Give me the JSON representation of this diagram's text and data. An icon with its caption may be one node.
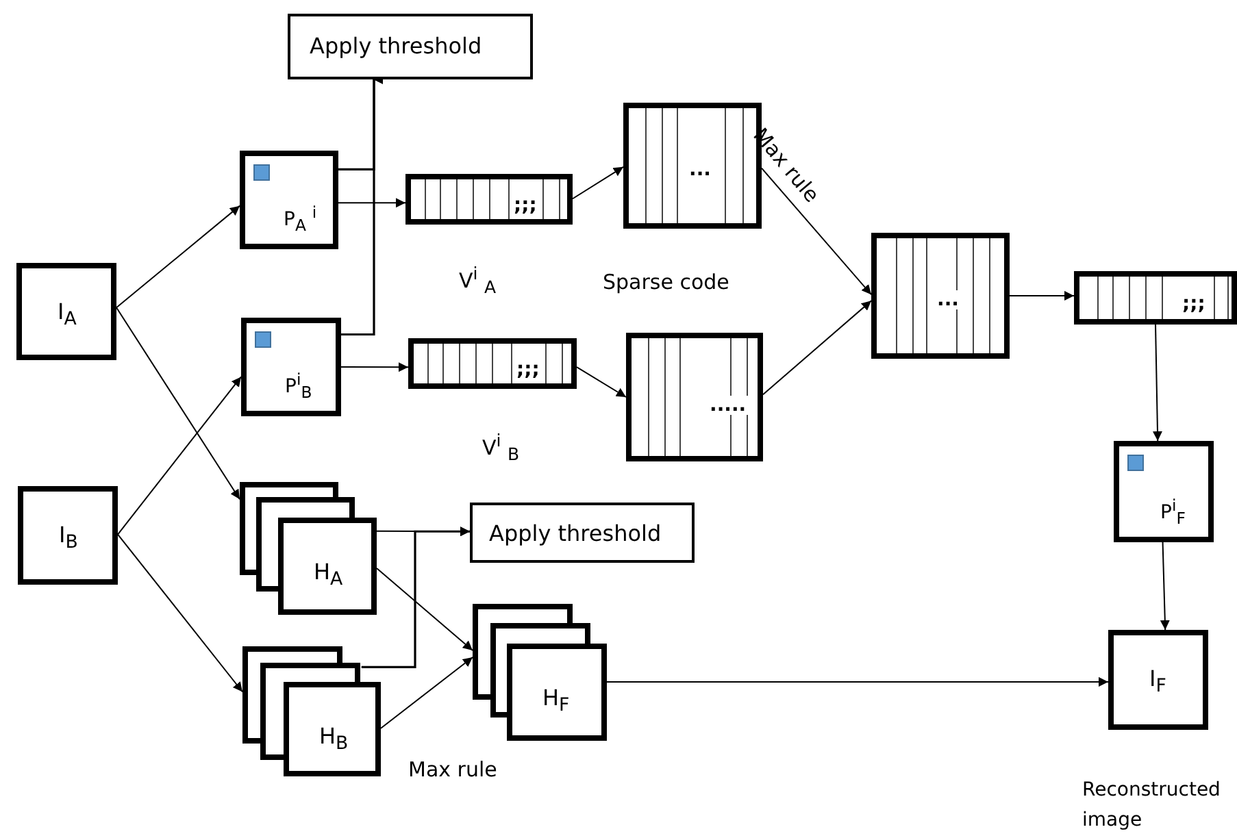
{
  "diagram": {
    "nodes": [
      {
        "text": [
          "I$_{A}$"
        ]
      },
      {
        "text": [
          "I$_{B}$"
        ]
      },
      {
        "text": [
          "Apply threshold"
        ]
      },
      {
        "text": [
          "P$_{A}$ $^{i}$"
        ]
      },
      {
        "text": [
          "P$^{i}$$_{B}$"
        ]
      },
      {
        "text": [
          ";;;"
        ],
        "beside": [
          "V$^{i}$ $_{A}$"
        ]
      },
      {
        "text": [
          ";;;"
        ],
        "beside": [
          "V$^{i}$ $_{B}$"
        ]
      },
      {
        "text": [
          "..."
        ]
      },
      {
        "text": [
          "....."
        ]
      },
      {
        "text": [
          "..."
        ]
      },
      {
        "text": [
          ";;;"
        ]
      },
      {
        "text": [
          "P$^{i}$$_{F}$"
        ]
      },
      {
        "text": [
          "I$_{F}$"
        ],
        "beside": [
          "Reconstructed image"
        ]
      },
      {
        "text": [
          "H$_{A}$"
        ]
      },
      {
        "text": [
          "H$_{B}$"
        ]
      },
      {
        "text": [
          "Apply threshold"
        ]
      },
      {
        "text": [
          "H$_{F}$"
        ]
      }
    ],
    "edges": [
      {
        "from": 0,
        "to": 3,
        "arrow": "to"
      },
      {
        "from": 0,
        "to": 13,
        "arrow": "to"
      },
      {
        "from": 1,
        "to": 4,
        "arrow": "to"
      },
      {
        "from": 1,
        "to": 14,
        "arrow": "to"
      },
      {
        "from": 3,
        "to": 2,
        "arrow": "to"
      },
      {
        "from": 4,
        "to": 2,
        "arrow": "to"
      },
      {
        "from": 3,
        "to": 5,
        "arrow": "to"
      },
      {
        "from": 4,
        "to": 6,
        "arrow": "to"
      },
      {
        "from": 5,
        "to": 7,
        "arrow": "to"
      },
      {
        "from": 6,
        "to": 8,
        "arrow": "to"
      },
      {
        "from": 7,
        "to": 9,
        "arrow": "to"
      },
      {
        "from": 8,
        "to": 9,
        "arrow": "to"
      },
      {
        "from": 9,
        "to": 10,
        "arrow": "to"
      },
      {
        "from": 10,
        "to": 11,
        "arrow": "to"
      },
      {
        "from": 11,
        "to": 12,
        "arrow": "to"
      },
      {
        "from": 13,
        "to": 15,
        "arrow": "to"
      },
      {
        "from": 14,
        "to": 15,
        "arrow": "to"
      },
      {
        "from": 13,
        "to": 16,
        "arrow": "to"
      },
      {
        "from": 14,
        "to": 16,
        "arrow": "to"
      },
      {
        "from": 16,
        "to": 12,
        "arrow": "to"
      }
    ],
    "labels": [
      "Sparse code",
      "Max rule",
      "Max rule"
    ]
  }
}
